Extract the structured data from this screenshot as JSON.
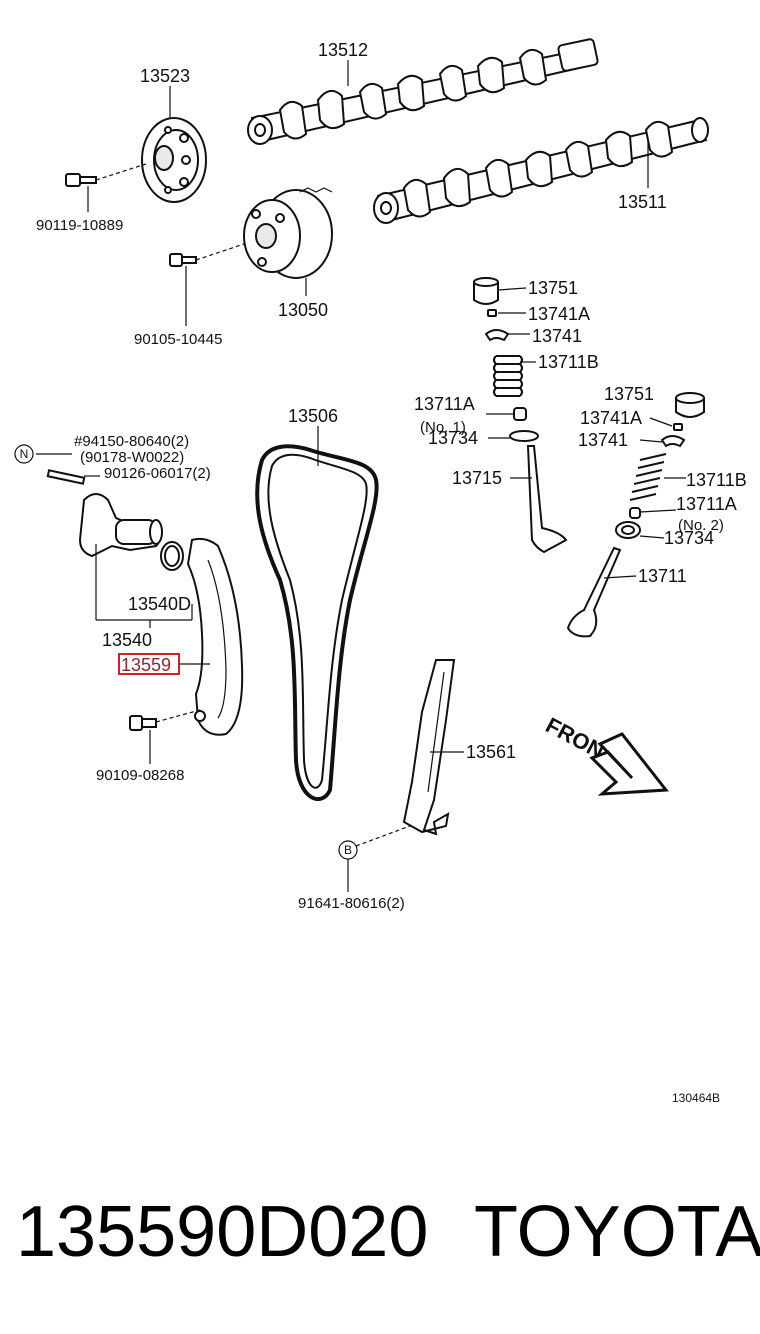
{
  "labels": {
    "p13512": "13512",
    "p13523": "13523",
    "p13511": "13511",
    "p90119": "90119-10889",
    "p13050": "13050",
    "p90105": "90105-10445",
    "p13751a": "13751",
    "p13741Aa": "13741A",
    "p13741a": "13741",
    "p13711Ba": "13711B",
    "p13751b": "13751",
    "p13711Aa": "13711A",
    "no1": "(No. 1)",
    "p13741Ab": "13741A",
    "p13734a": "13734",
    "p13741b": "13741",
    "p13715": "13715",
    "p13711Bb": "13711B",
    "p13711Ab": "13711A",
    "no2": "(No. 2)",
    "p13734b": "13734",
    "p13711": "13711",
    "p13506": "13506",
    "p94150": "#94150-80640(2)",
    "p90178": "(90178-W0022)",
    "p90126": "90126-06017(2)",
    "p13540D": "13540D",
    "p13540": "13540",
    "p13559": "13559",
    "p90109": "90109-08268",
    "p13561": "13561",
    "p91641": "91641-80616(2)",
    "front": "FRONT",
    "circleN": "N",
    "circleB": "B",
    "diagram_code": "130464B"
  },
  "footer": {
    "part_number": "135590D020",
    "brand": "TOYOTA"
  },
  "colors": {
    "highlight": "#d42020",
    "ink": "#111111"
  }
}
